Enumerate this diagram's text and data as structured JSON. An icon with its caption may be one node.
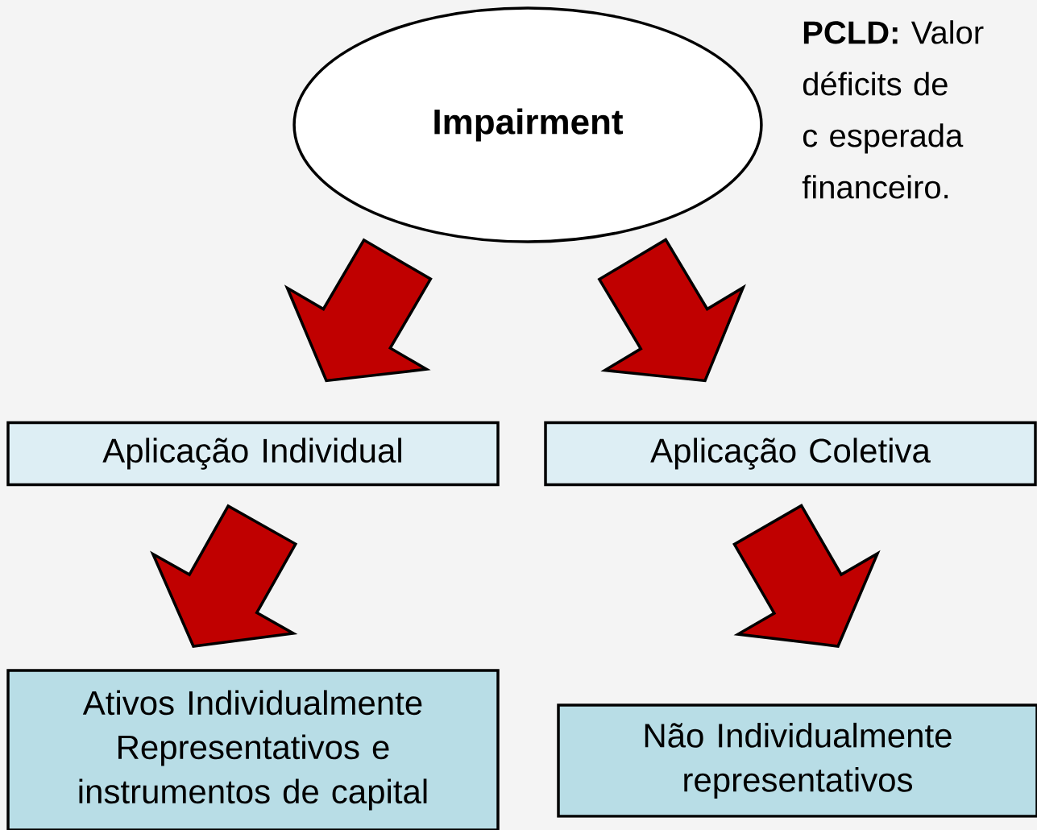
{
  "diagram": {
    "nodes": [
      {
        "text": [
          "Impairment"
        ]
      },
      {
        "text": [
          "Aplicação Individual"
        ]
      },
      {
        "text": [
          "Aplicação Coletiva"
        ]
      },
      {
        "text": [
          "Ativos Individualmente Representativos e instrumentos de capital"
        ]
      },
      {
        "text": [
          "Não Individualmente representativos"
        ]
      }
    ],
    "edges": [
      {
        "from": 0,
        "to": 1,
        "arrow": "to",
        "style": "thick",
        "color": "#c00000"
      },
      {
        "from": 0,
        "to": 2,
        "arrow": "to",
        "style": "thick",
        "color": "#c00000"
      },
      {
        "from": 1,
        "to": 3,
        "arrow": "to",
        "style": "thick",
        "color": "#c00000"
      },
      {
        "from": 2,
        "to": 4,
        "arrow": "to",
        "style": "thick",
        "color": "#c00000"
      }
    ],
    "labels": [
      "**PCLD:** Valor déficits de c esperada financeiro."
    ]
  }
}
